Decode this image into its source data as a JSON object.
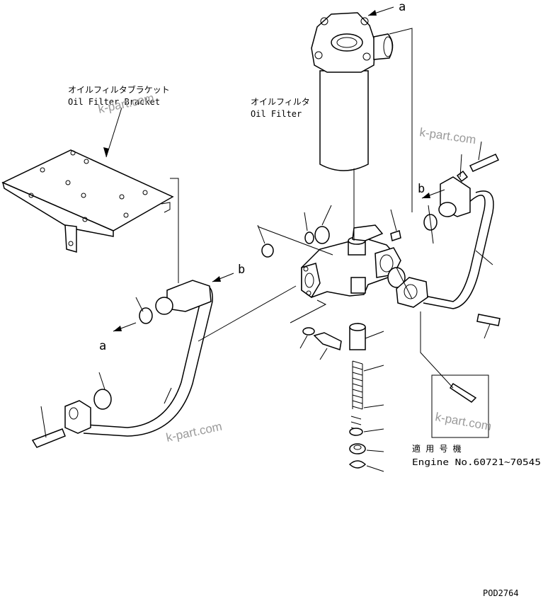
{
  "labels": {
    "bracket_jp": "オイルフィルタブラケット",
    "bracket_en": "Oil Filter Bracket",
    "filter_jp": "オイルフィルタ",
    "filter_en": "Oil Filter",
    "applicable_jp": "適 用 号 機",
    "engine_no": "Engine No.60721~70545",
    "drawing_no": "POD2764",
    "ref_a": "a",
    "ref_b": "b"
  },
  "watermark": "k-part.com"
}
